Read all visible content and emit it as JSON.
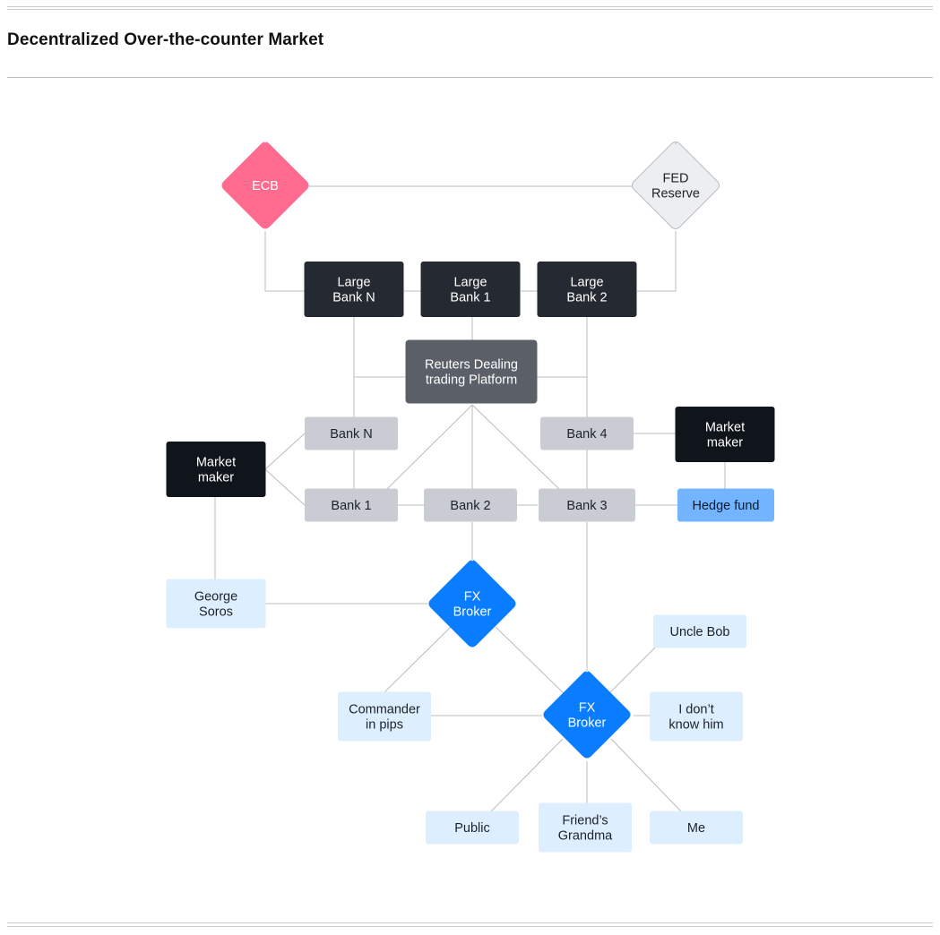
{
  "title": "Decentralized Over-the-counter Market",
  "colors": {
    "ecb": "#ff6b8e",
    "fed": "#eceef0",
    "dark": "#252a32",
    "black": "#10151c",
    "platform": "#5b6068",
    "bank": "#c9ccd3",
    "hedge": "#72b4ff",
    "broker": "#0a7cff",
    "client": "#ddefff",
    "line": "#b9bcc1"
  },
  "nodes": {
    "ecb": [
      "ECB"
    ],
    "fed": [
      "FED",
      "Reserve"
    ],
    "large_bank_n": [
      "Large",
      "Bank N"
    ],
    "large_bank_1": [
      "Large",
      "Bank 1"
    ],
    "large_bank_2": [
      "Large",
      "Bank 2"
    ],
    "reuters": [
      "Reuters Dealing",
      "trading Platform"
    ],
    "bank_n": [
      "Bank N"
    ],
    "bank_4": [
      "Bank 4"
    ],
    "market_maker_left": [
      "Market",
      "maker"
    ],
    "market_maker_right": [
      "Market",
      "maker"
    ],
    "bank_1": [
      "Bank 1"
    ],
    "bank_2": [
      "Bank 2"
    ],
    "bank_3": [
      "Bank 3"
    ],
    "hedge_fund": [
      "Hedge fund"
    ],
    "george_soros": [
      "George",
      "Soros"
    ],
    "fx_broker_1": [
      "FX",
      "Broker"
    ],
    "uncle_bob": [
      "Uncle Bob"
    ],
    "commander": [
      "Commander",
      "in pips"
    ],
    "fx_broker_2": [
      "FX",
      "Broker"
    ],
    "dont_know": [
      "I don’t",
      "know him"
    ],
    "public": [
      "Public"
    ],
    "grandma": [
      "Friend’s",
      "Grandma"
    ],
    "me": [
      "Me"
    ]
  }
}
